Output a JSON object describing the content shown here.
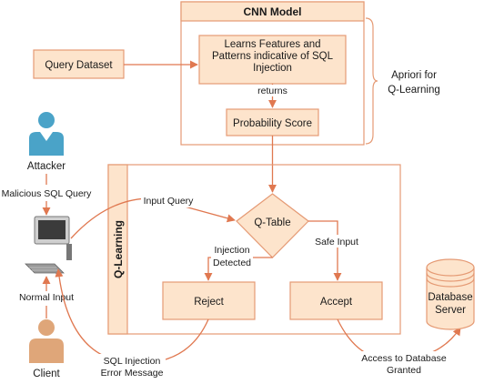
{
  "cnn": {
    "title": "CNN Model",
    "learns_line1": "Learns Features and",
    "learns_line2": "Patterns indicative of SQL",
    "learns_line3": "Injection",
    "returns_label": "returns",
    "probability": "Probability Score",
    "apriori_line1": "Apriori for",
    "apriori_line2": "Q-Learning"
  },
  "query_dataset": "Query Dataset",
  "qlearning": {
    "title": "Q-Learning",
    "qtable": "Q-Table",
    "injection_line1": "Injection",
    "injection_line2": "Detected",
    "safe_input": "Safe Input",
    "reject": "Reject",
    "accept": "Accept"
  },
  "attacker": "Attacker",
  "malicious_query": "Malicious SQL Query",
  "input_query": "Input Query",
  "normal_input": "Normal Input",
  "client": "Client",
  "error_line1": "SQL Injection",
  "error_line2": "Error Message",
  "access_line1": "Access to Database",
  "access_line2": "Granted",
  "database_line1": "Database",
  "database_line2": "Server",
  "colors": {
    "box_fill": "#fde4cc",
    "box_stroke": "#e59a74",
    "arrow": "#e07850",
    "attacker": "#4aa3c8",
    "client": "#dfa679"
  }
}
